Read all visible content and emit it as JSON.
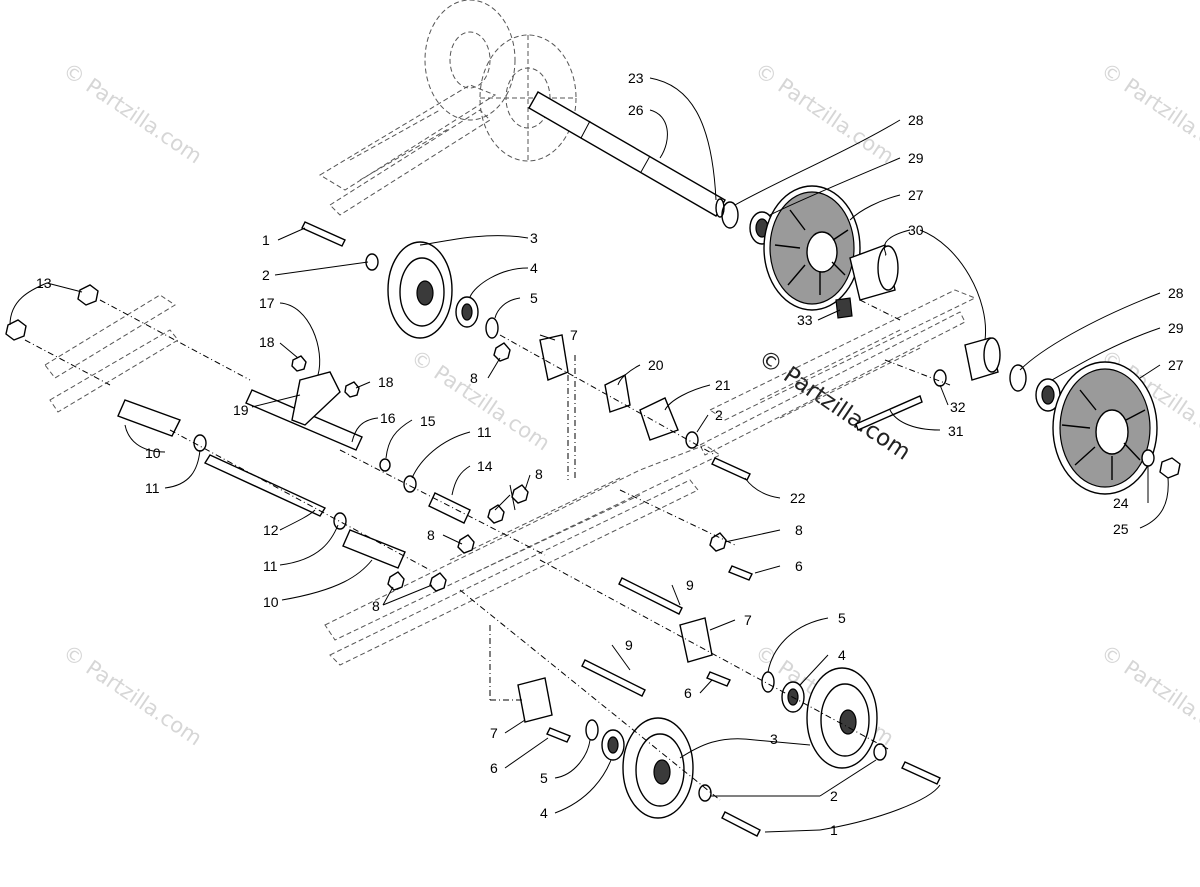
{
  "watermarks": {
    "corner_text": "© Partzilla.com",
    "center_text": "© Partzilla.com"
  },
  "callouts": [
    {
      "id": "c1a",
      "label": "1"
    },
    {
      "id": "c2a",
      "label": "2"
    },
    {
      "id": "c3a",
      "label": "3"
    },
    {
      "id": "c4a",
      "label": "4"
    },
    {
      "id": "c5a",
      "label": "5"
    },
    {
      "id": "c7a",
      "label": "7"
    },
    {
      "id": "c8a",
      "label": "8"
    },
    {
      "id": "c13",
      "label": "13"
    },
    {
      "id": "c17",
      "label": "17"
    },
    {
      "id": "c18a",
      "label": "18"
    },
    {
      "id": "c18b",
      "label": "18"
    },
    {
      "id": "c19",
      "label": "19"
    },
    {
      "id": "c16",
      "label": "16"
    },
    {
      "id": "c15",
      "label": "15"
    },
    {
      "id": "c11a",
      "label": "11"
    },
    {
      "id": "c10a",
      "label": "10"
    },
    {
      "id": "c11b",
      "label": "11"
    },
    {
      "id": "c14",
      "label": "14"
    },
    {
      "id": "c8b",
      "label": "8"
    },
    {
      "id": "c12",
      "label": "12"
    },
    {
      "id": "c11c",
      "label": "11"
    },
    {
      "id": "c8c",
      "label": "8"
    },
    {
      "id": "c10b",
      "label": "10"
    },
    {
      "id": "c8d",
      "label": "8"
    },
    {
      "id": "c20",
      "label": "20"
    },
    {
      "id": "c21",
      "label": "21"
    },
    {
      "id": "c2b",
      "label": "2"
    },
    {
      "id": "c22",
      "label": "22"
    },
    {
      "id": "c8e",
      "label": "8"
    },
    {
      "id": "c6a",
      "label": "6"
    },
    {
      "id": "c9a",
      "label": "9"
    },
    {
      "id": "c7b",
      "label": "7"
    },
    {
      "id": "c9b",
      "label": "9"
    },
    {
      "id": "c6b",
      "label": "6"
    },
    {
      "id": "c5b",
      "label": "5"
    },
    {
      "id": "c4b",
      "label": "4"
    },
    {
      "id": "c7c",
      "label": "7"
    },
    {
      "id": "c6c",
      "label": "6"
    },
    {
      "id": "c5c",
      "label": "5"
    },
    {
      "id": "c4c",
      "label": "4"
    },
    {
      "id": "c3b",
      "label": "3"
    },
    {
      "id": "c2c",
      "label": "2"
    },
    {
      "id": "c1b",
      "label": "1"
    },
    {
      "id": "c23",
      "label": "23"
    },
    {
      "id": "c26",
      "label": "26"
    },
    {
      "id": "c28a",
      "label": "28"
    },
    {
      "id": "c29a",
      "label": "29"
    },
    {
      "id": "c27a",
      "label": "27"
    },
    {
      "id": "c30",
      "label": "30"
    },
    {
      "id": "c33",
      "label": "33"
    },
    {
      "id": "c28b",
      "label": "28"
    },
    {
      "id": "c29b",
      "label": "29"
    },
    {
      "id": "c27b",
      "label": "27"
    },
    {
      "id": "c32",
      "label": "32"
    },
    {
      "id": "c31",
      "label": "31"
    },
    {
      "id": "c24",
      "label": "24"
    },
    {
      "id": "c25",
      "label": "25"
    }
  ]
}
